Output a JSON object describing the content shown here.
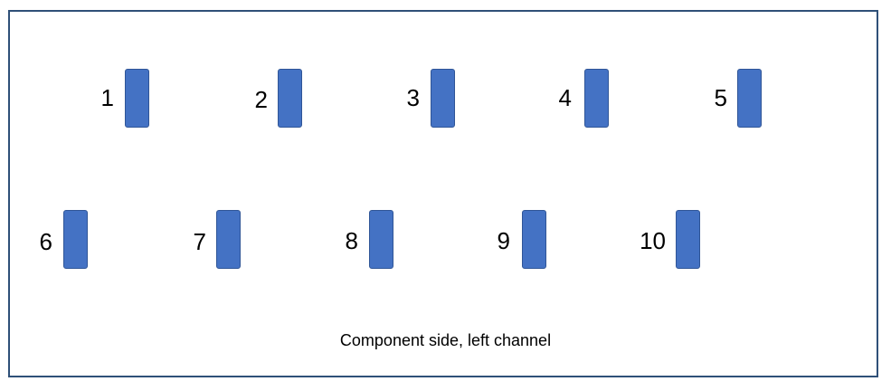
{
  "diagram": {
    "caption": "Component side, left channel",
    "components": [
      {
        "label": "1"
      },
      {
        "label": "2"
      },
      {
        "label": "3"
      },
      {
        "label": "4"
      },
      {
        "label": "5"
      },
      {
        "label": "6"
      },
      {
        "label": "7"
      },
      {
        "label": "8"
      },
      {
        "label": "9"
      },
      {
        "label": "10"
      }
    ],
    "colors": {
      "component_fill": "#4472c4",
      "component_border": "#2f5597",
      "frame_border": "#2f5078"
    }
  }
}
